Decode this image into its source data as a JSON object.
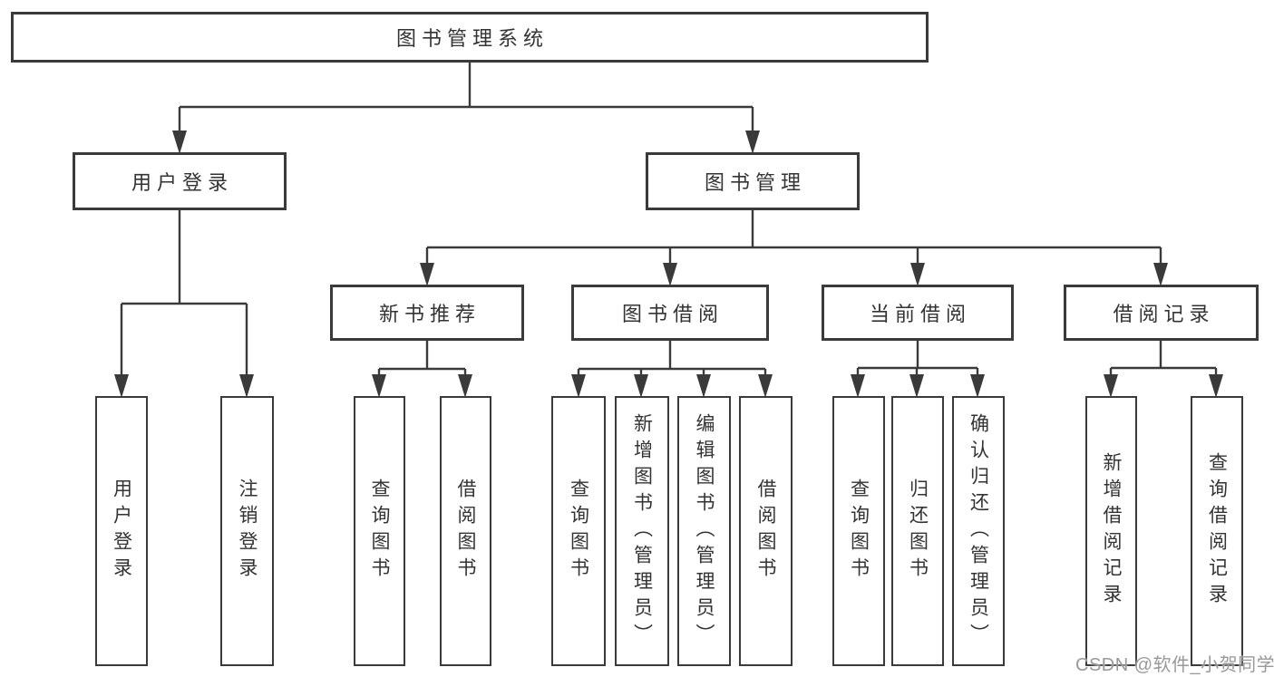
{
  "diagram": {
    "root": "图书管理系统",
    "level2": {
      "user_login": "用户登录",
      "book_management": "图书管理"
    },
    "level3": {
      "new_book_recommend": "新书推荐",
      "book_borrowing": "图书借阅",
      "current_borrowing": "当前借阅",
      "borrowing_records": "借阅记录"
    },
    "leaves": {
      "user_login": "用户登录",
      "logout": "注销登录",
      "nb_query_books": "查询图书",
      "nb_borrow_books": "借阅图书",
      "bb_query_books": "查询图书",
      "bb_add_books": "新增图书（管理员）",
      "bb_edit_books": "编辑图书（管理员）",
      "bb_borrow_books": "借阅图书",
      "cb_query_books": "查询图书",
      "cb_return_books": "归还图书",
      "cb_confirm_return": "确认归还（管理员）",
      "br_add_record": "新增借阅记录",
      "br_query_record": "查询借阅记录"
    }
  },
  "watermark": "CSDN @软件_小贺同学",
  "colors": {
    "line": "#3a3a3a",
    "text": "#333333",
    "watermark": "#999999",
    "background": "#ffffff"
  }
}
